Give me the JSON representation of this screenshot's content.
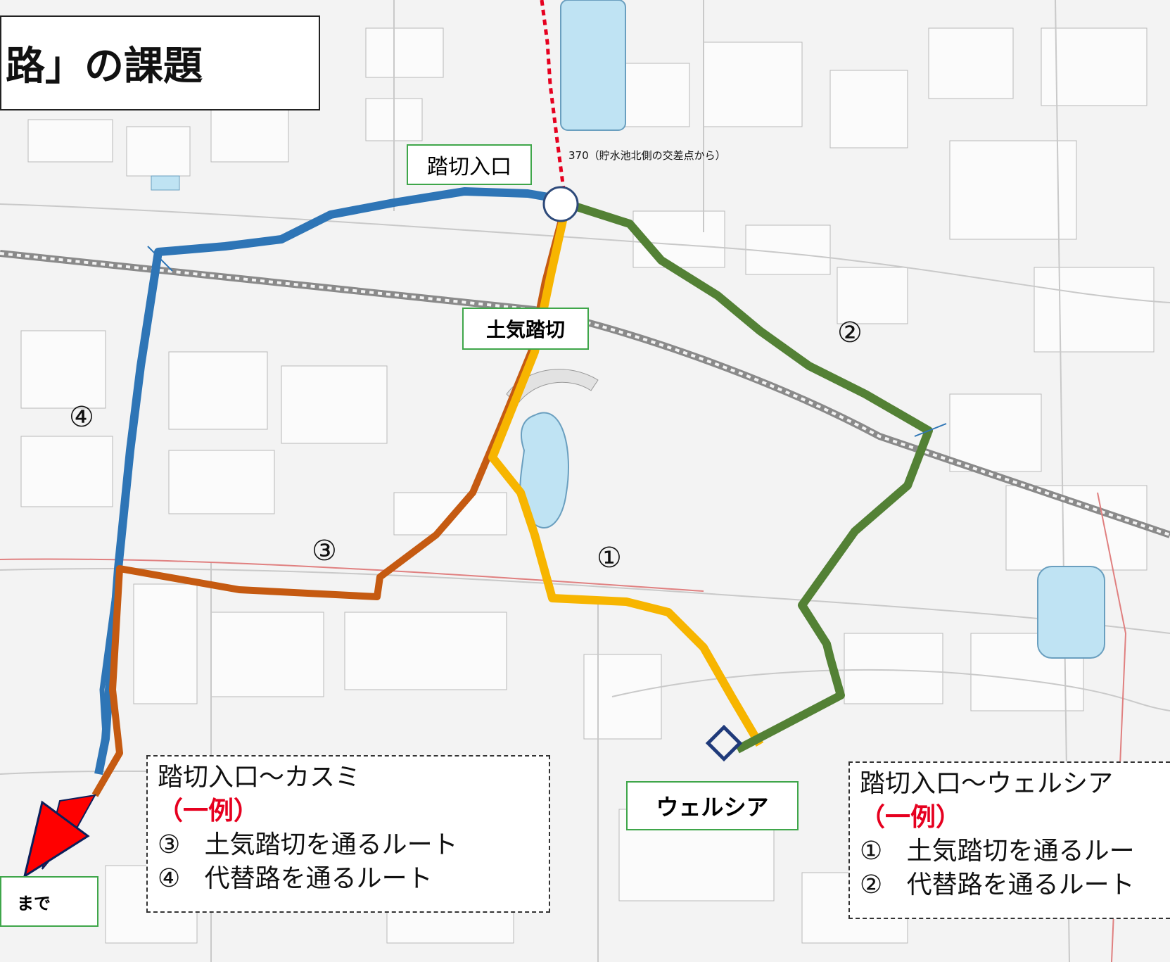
{
  "title": "路」の課題",
  "labels": {
    "fumikiri_iriguchi": "踏切入口",
    "dokifumikiri": "土気踏切",
    "welcia": "ウェルシア",
    "made": "まで",
    "road_note": "370（貯水池北側の交差点から）"
  },
  "route_numbers": {
    "r1": "①",
    "r2": "②",
    "r3": "③",
    "r4": "④"
  },
  "legend_left": {
    "heading": "踏切入口～カスミ",
    "example": "（一例）",
    "items": [
      {
        "num": "③",
        "text": "土気踏切を通るルート"
      },
      {
        "num": "④",
        "text": "代替路を通るルート"
      }
    ]
  },
  "legend_right": {
    "heading": "踏切入口～ウェルシア",
    "example": "（一例）",
    "items": [
      {
        "num": "①",
        "text": "土気踏切を通るルー"
      },
      {
        "num": "②",
        "text": "代替路を通るルート"
      }
    ]
  },
  "colors": {
    "route1": "#f7b500",
    "route2": "#538135",
    "route3": "#c55a11",
    "route4": "#2e75b6",
    "arrow": "#ff0000",
    "label_border": "#3fa64a",
    "dotted_road": "#e6001f",
    "pond": "#bfe3f3"
  }
}
